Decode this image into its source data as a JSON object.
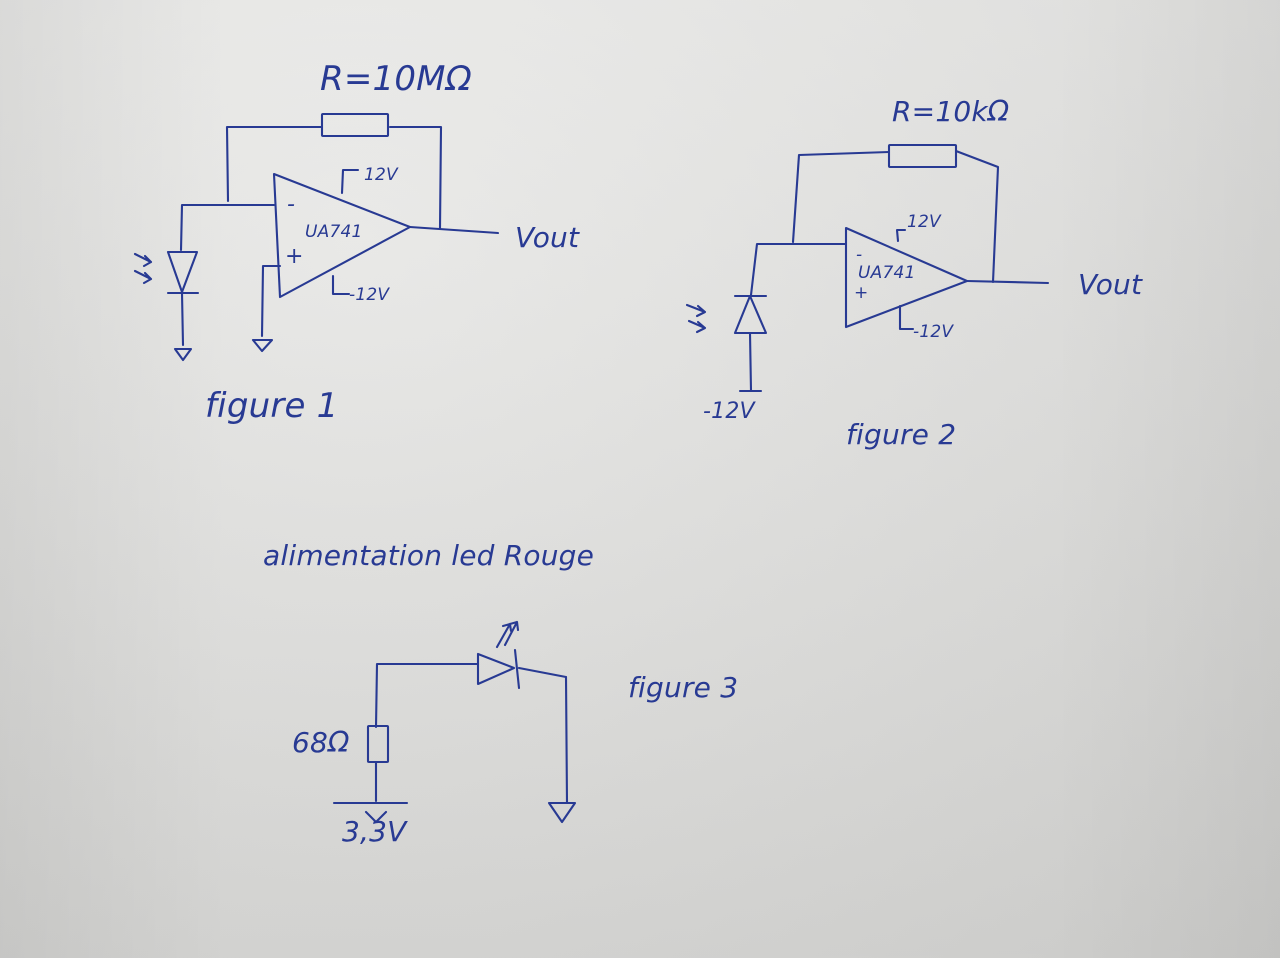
{
  "figure1": {
    "resistor_label": "R=10MΩ",
    "vplus": "12V",
    "vminus": "-12V",
    "opamp": "UA741",
    "minus_sign": "-",
    "plus_sign": "+",
    "output_label": "Vout",
    "caption": "figure 1"
  },
  "figure2": {
    "resistor_label": "R=10kΩ",
    "vplus": "12V",
    "vminus": "-12V",
    "opamp": "UA741",
    "minus_sign": "-",
    "plus_sign": "+",
    "output_label": "Vout",
    "supply_label": "-12V",
    "caption": "figure 2"
  },
  "figure3": {
    "title": "alimentation led Rouge",
    "resistor_label": "68Ω",
    "source_label": "3,3V",
    "caption": "figure 3"
  },
  "style": {
    "ink": "#283a93",
    "paper": "#dcdcdb"
  }
}
